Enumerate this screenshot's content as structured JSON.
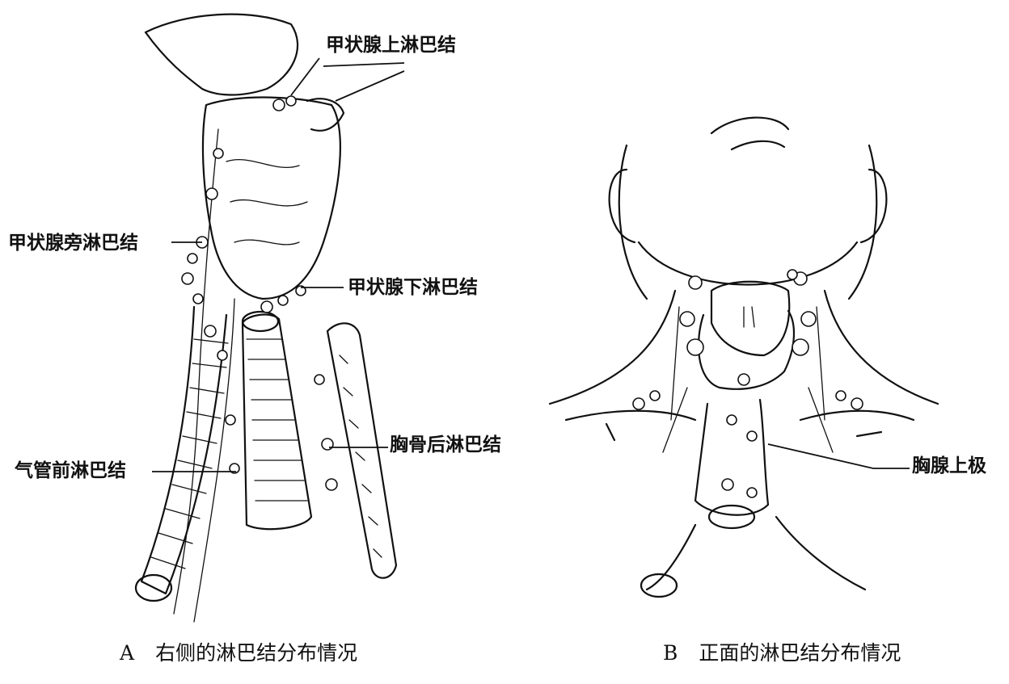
{
  "labels": {
    "superior_thyroid_nodes": "甲状腺上淋巴结",
    "parathyroid_nodes": "甲状腺旁淋巴结",
    "inferior_thyroid_nodes": "甲状腺下淋巴结",
    "retrosternal_nodes": "胸骨后淋巴结",
    "pretracheal_nodes": "气管前淋巴结",
    "thymus_upper_pole": "胸腺上极"
  },
  "captions": {
    "a": {
      "letter": "A",
      "text": "右侧的淋巴结分布情况"
    },
    "b": {
      "letter": "B",
      "text": "正面的淋巴结分布情况"
    }
  }
}
